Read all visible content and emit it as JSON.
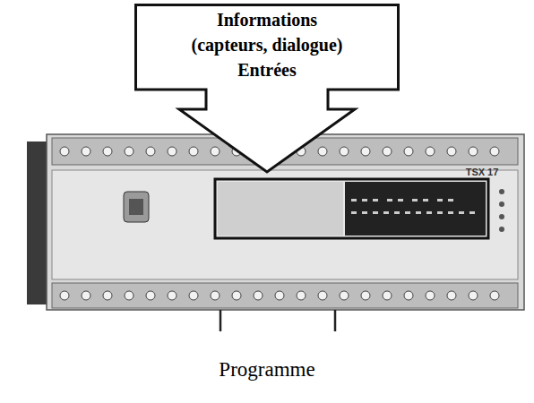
{
  "diagram": {
    "nodes": [
      {
        "text": [
          "Informations (capteurs, dialogue) Entrées"
        ]
      }
    ],
    "labels": [
      "TSX 17",
      "Programme"
    ]
  }
}
